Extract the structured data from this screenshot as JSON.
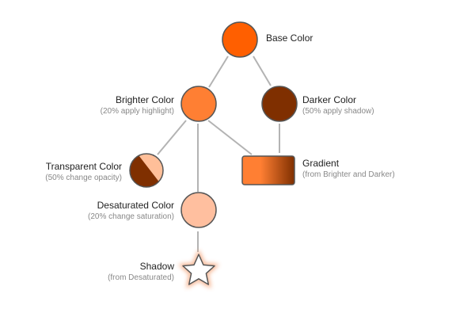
{
  "colors": {
    "base": "#FF5F00",
    "brighter": "#FF7F33",
    "darker": "#7F2F00",
    "transparent_light": "#FFBF99",
    "transparent_dark": "#7F2F00",
    "desaturated": "#FFBF9F",
    "gradient_start": "#FF7F33",
    "gradient_end": "#7F2F00",
    "shadow_glow": "#F4A57A",
    "connector": "#B3B3B3",
    "outline": "#555555"
  },
  "nodes": {
    "base": {
      "title": "Base Color",
      "subtitle": ""
    },
    "brighter": {
      "title": "Brighter Color",
      "subtitle": "(20% apply highlight)"
    },
    "darker": {
      "title": "Darker Color",
      "subtitle": "(50% apply shadow)"
    },
    "transparent": {
      "title": "Transparent Color",
      "subtitle": "(50% change opacity)"
    },
    "gradient": {
      "title": "Gradient",
      "subtitle": "(from Brighter and Darker)"
    },
    "desaturated": {
      "title": "Desaturated Color",
      "subtitle": "(20% change saturation)"
    },
    "shadow": {
      "title": "Shadow",
      "subtitle": "(from Desaturated)"
    }
  },
  "icons": {
    "shadow": "star-icon"
  }
}
